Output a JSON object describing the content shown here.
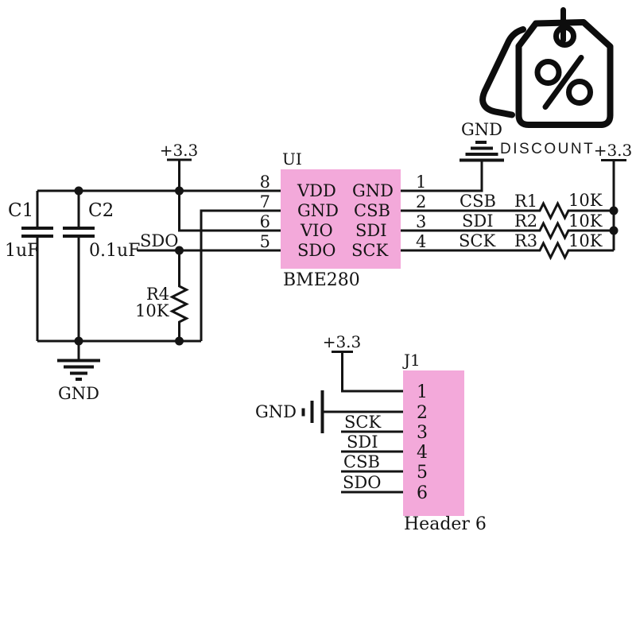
{
  "colors": {
    "background": "#ffffff",
    "wire": "#141414",
    "component_fill": "#f3a9da",
    "component_text": "#3a1135",
    "badge_ink": "#0d0d0d"
  },
  "power_labels": {
    "v33": "+3.3",
    "gnd": "GND"
  },
  "capacitors": {
    "c1": {
      "ref": "C1",
      "value": "1uF"
    },
    "c2": {
      "ref": "C2",
      "value": "0.1uF"
    }
  },
  "resistors": {
    "r1": {
      "ref": "R1",
      "value": "10K"
    },
    "r2": {
      "ref": "R2",
      "value": "10K"
    },
    "r3": {
      "ref": "R3",
      "value": "10K"
    },
    "r4": {
      "ref": "R4",
      "value": "10K"
    }
  },
  "ic": {
    "ref": "UI",
    "part": "BME280",
    "left_pins": [
      {
        "num": "8",
        "name": "VDD"
      },
      {
        "num": "7",
        "name": "GND"
      },
      {
        "num": "6",
        "name": "VIO"
      },
      {
        "num": "5",
        "name": "SDO"
      }
    ],
    "right_pins": [
      {
        "num": "1",
        "name": "GND"
      },
      {
        "num": "2",
        "name": "CSB"
      },
      {
        "num": "3",
        "name": "SDI"
      },
      {
        "num": "4",
        "name": "SCK"
      }
    ]
  },
  "net_labels": {
    "sdo": "SDO",
    "csb": "CSB",
    "sdi": "SDI",
    "sck": "SCK"
  },
  "header": {
    "ref": "J1",
    "part": "Header 6",
    "pins": [
      "1",
      "2",
      "3",
      "4",
      "5",
      "6"
    ],
    "signal_labels": [
      "SCK",
      "SDI",
      "CSB",
      "SDO"
    ]
  },
  "badge": {
    "label": "DISCOUNT",
    "icon": "discount-tag-percent-icon"
  }
}
